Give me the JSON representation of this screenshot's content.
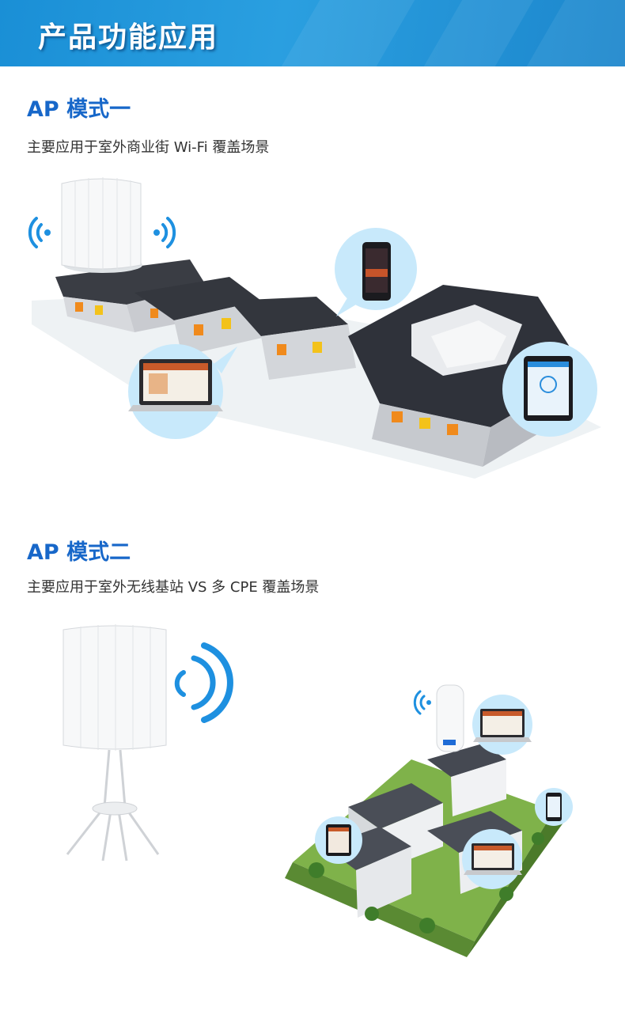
{
  "banner": {
    "title": "产品功能应用"
  },
  "mode1": {
    "heading": "AP 模式一",
    "description": "主要应用于室外商业街 Wi-Fi 覆盖场景"
  },
  "mode2": {
    "heading": "AP 模式二",
    "description": "主要应用于室外无线基站 VS 多 CPE 覆盖场景"
  },
  "icons": [
    "wifi-signal-icon",
    "antenna-device",
    "laptop-icon",
    "smartphone-icon",
    "tablet-icon",
    "cpe-device"
  ],
  "colors": {
    "banner": "#1a8fd6",
    "heading": "#1767c9",
    "wifi": "#1e90e0",
    "roof": "#2f323a"
  }
}
